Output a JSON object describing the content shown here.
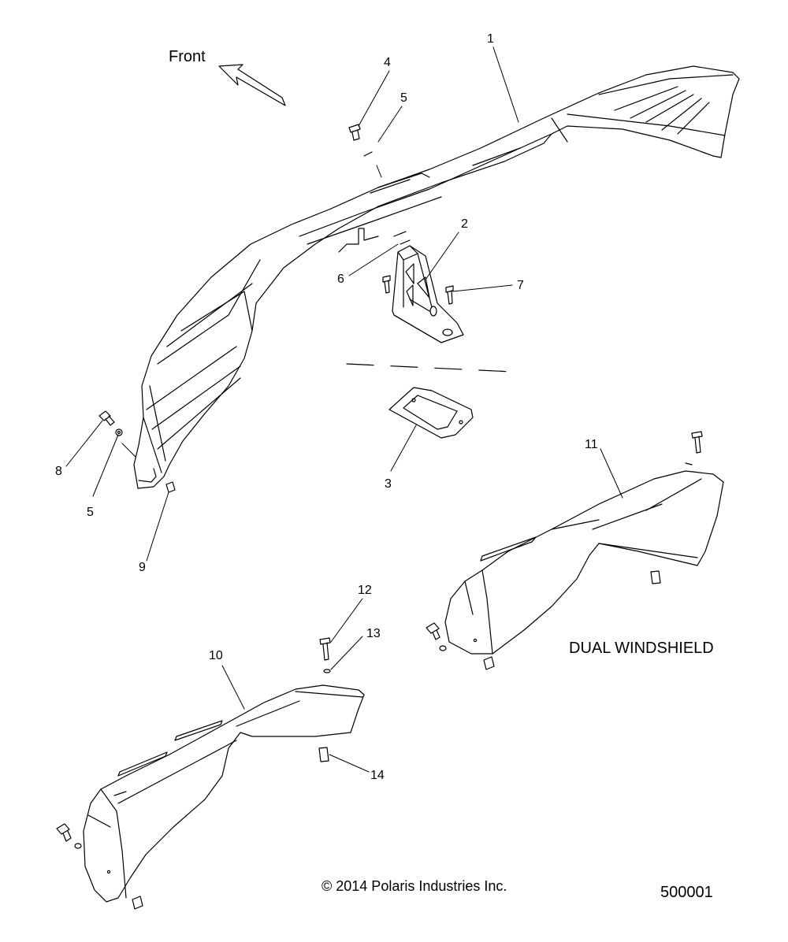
{
  "front_label": "Front",
  "variant_label": "DUAL WINDSHIELD",
  "copyright": "© 2014 Polaris Industries Inc.",
  "figure_number": "500001",
  "callouts": {
    "c1": "1",
    "c2": "2",
    "c3": "3",
    "c4": "4",
    "c5a": "5",
    "c5b": "5",
    "c6": "6",
    "c7": "7",
    "c8": "8",
    "c9": "9",
    "c10": "10",
    "c11": "11",
    "c12": "12",
    "c13": "13",
    "c14": "14"
  },
  "colors": {
    "line": "#000000",
    "background": "#ffffff"
  }
}
